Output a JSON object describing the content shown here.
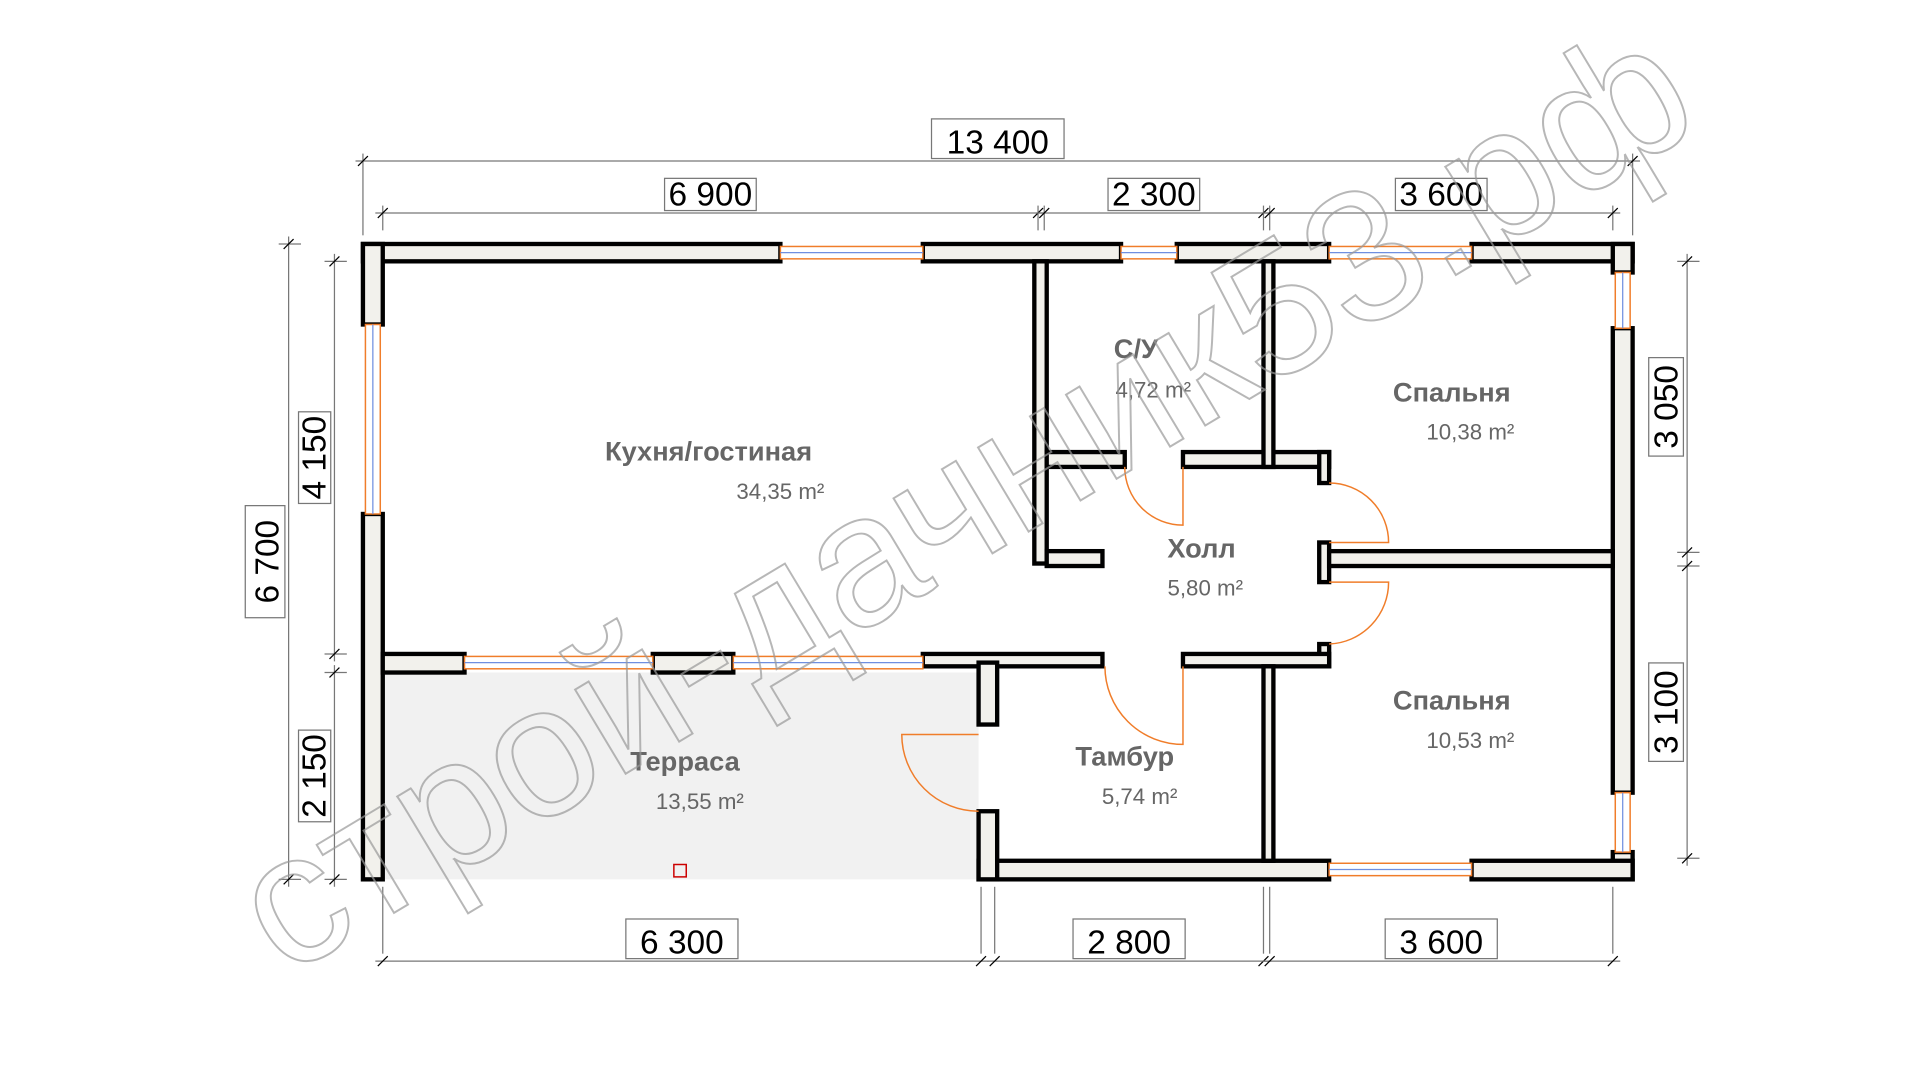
{
  "dimensions": {
    "top_total": "13 400",
    "top": [
      "6 900",
      "2 300",
      "3 600"
    ],
    "left_total": "6 700",
    "left": [
      "4 150",
      "2 150"
    ],
    "right": [
      "3 050",
      "3 100"
    ],
    "bottom": [
      "6 300",
      "2 800",
      "3 600"
    ]
  },
  "rooms": [
    {
      "name": "Кухня/гостиная",
      "area": "34,35 m²"
    },
    {
      "name": "С/У",
      "area": "4,72 m²"
    },
    {
      "name": "Спальня",
      "area": "10,38 m²"
    },
    {
      "name": "Холл",
      "area": "5,80 m²"
    },
    {
      "name": "Спальня",
      "area": "10,53 m²"
    },
    {
      "name": "Терраса",
      "area": "13,55 m²"
    },
    {
      "name": "Тамбур",
      "area": "5,74 m²"
    }
  ],
  "watermark": "строй-дачник53.рф",
  "colors": {
    "wall_fill": "#f2f1ec",
    "window": "#f07d2a",
    "terrace": "#f1f1f1"
  }
}
